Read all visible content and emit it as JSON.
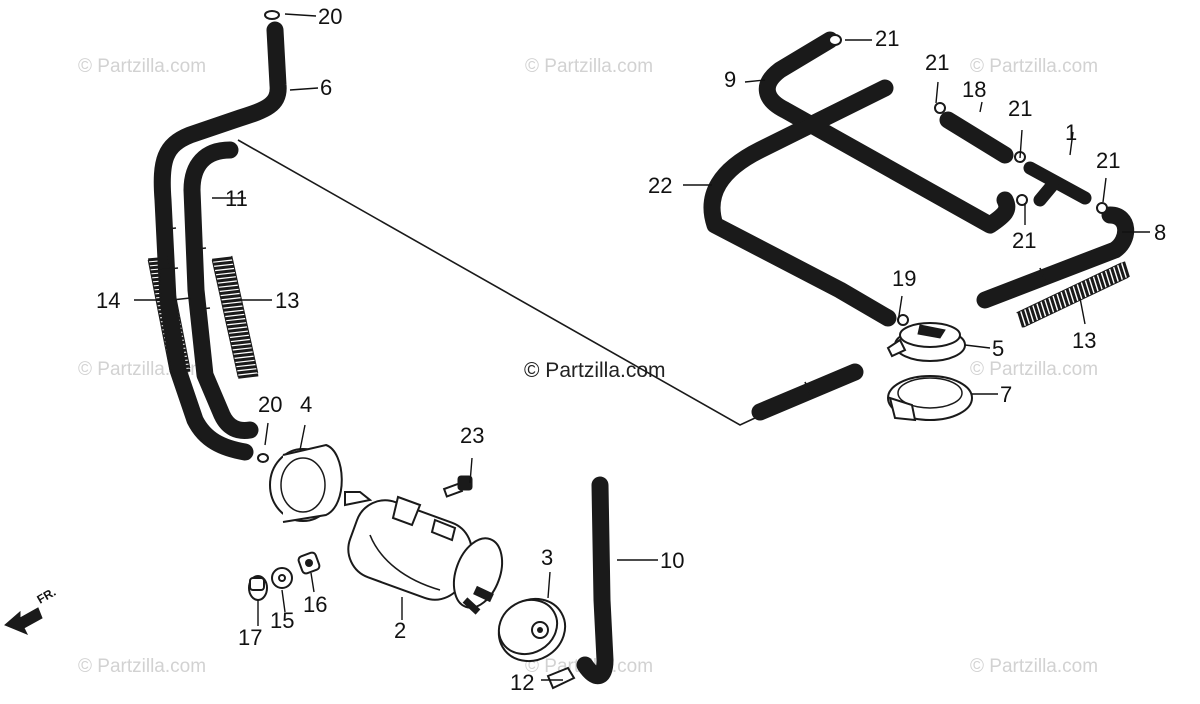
{
  "watermarks": {
    "top_left": "© Partzilla.com",
    "top_middle": "© Partzilla.com",
    "top_right": "© Partzilla.com",
    "middle_left": "© Partzilla.com",
    "center": "© Partzilla.com",
    "middle_right": "© Partzilla.com",
    "bottom_left": "© Partzilla.com",
    "bottom_middle": "© Partzilla.com",
    "bottom_right": "© Partzilla.com"
  },
  "direction_label": "FR.",
  "callouts": {
    "c20_top": "20",
    "c6": "6",
    "c11": "11",
    "c14": "14",
    "c13_left": "13",
    "c20_mid": "20",
    "c4": "4",
    "c23": "23",
    "c3": "3",
    "c10": "10",
    "c2": "2",
    "c17": "17",
    "c15": "15",
    "c16": "16",
    "c12": "12",
    "c9": "9",
    "c21_a": "21",
    "c21_b": "21",
    "c18": "18",
    "c21_c": "21",
    "c1": "1",
    "c21_d": "21",
    "c22": "22",
    "c21_e": "21",
    "c8": "8",
    "c19": "19",
    "c13_right": "13",
    "c5": "5",
    "c7": "7"
  }
}
